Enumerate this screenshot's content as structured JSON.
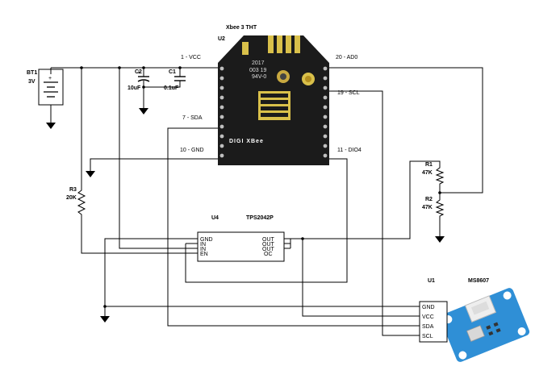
{
  "xbee": {
    "refdes": "U2",
    "title": "Xbee 3 THT",
    "logo": "DIGI XBee",
    "pins": {
      "vcc": "1 - VCC",
      "sda": "7 - SDA",
      "gnd": "10 - GND",
      "ad0": "20 - AD0",
      "scl": "19 - SCL",
      "dio4": "11 - DIO4"
    },
    "module_text": [
      "2017",
      "003 19",
      "94V-0"
    ]
  },
  "battery": {
    "refdes": "BT1",
    "value": "3V"
  },
  "capacitors": [
    {
      "refdes": "C2",
      "value": "10uF"
    },
    {
      "refdes": "C1",
      "value": "0.1uF"
    }
  ],
  "resistors": [
    {
      "refdes": "R3",
      "value": "20K"
    },
    {
      "refdes": "R1",
      "value": "47K"
    },
    {
      "refdes": "R2",
      "value": "47K"
    }
  ],
  "switch_ic": {
    "refdes": "U4",
    "part": "TPS2042P",
    "left_pins": [
      "GND",
      "IN",
      "IN",
      "EN"
    ],
    "right_pins": [
      "OUT",
      "OUT",
      "OUT",
      "OC"
    ]
  },
  "sensor": {
    "refdes": "U1",
    "part": "MS8607",
    "pins": [
      "GND",
      "VCC",
      "SDA",
      "SCL"
    ]
  },
  "colors": {
    "board_black": "#1b1b1b",
    "pad_gold": "#d9c04a",
    "sensor_blue": "#2f8fd6",
    "connector_white": "#eeeeee"
  }
}
